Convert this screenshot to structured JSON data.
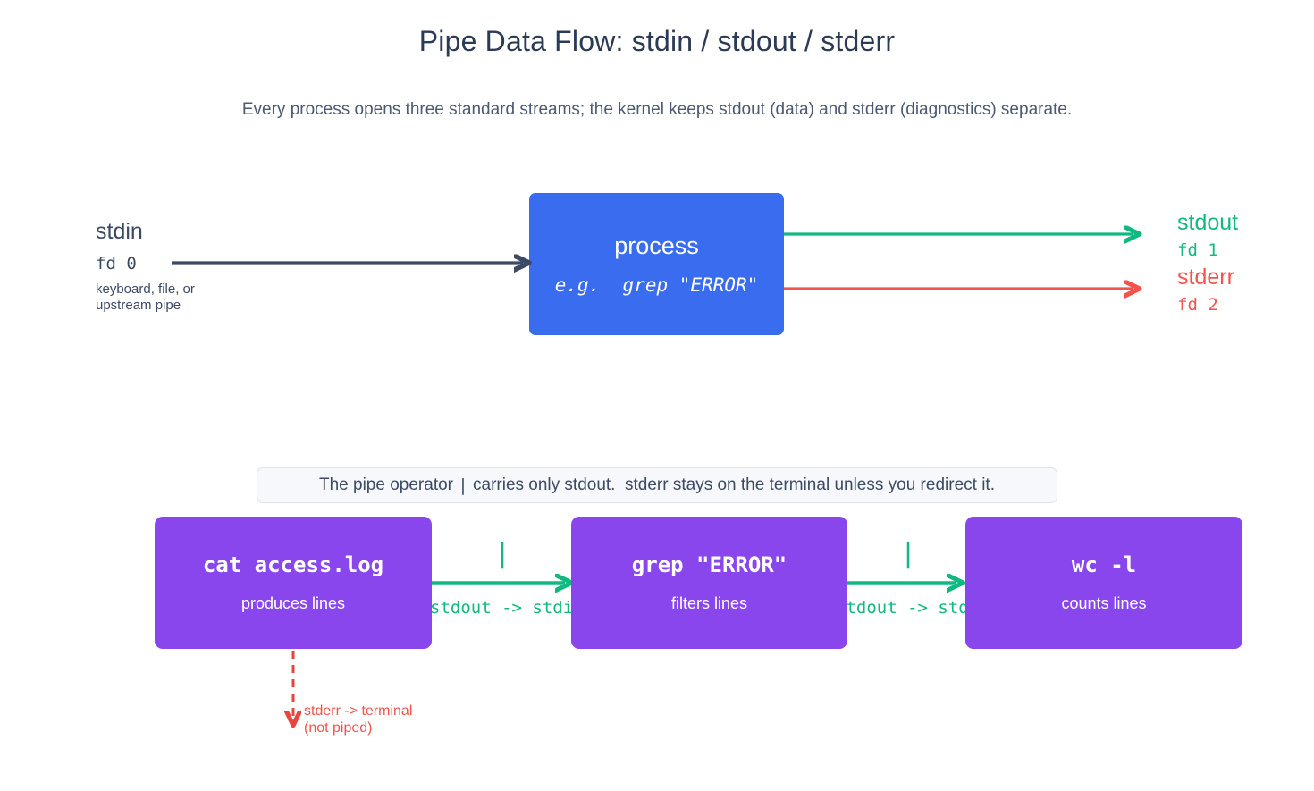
{
  "page": {
    "title": "Pipe Data Flow: stdin / stdout / stderr",
    "subtitle": "Every process opens three standard streams; the kernel keeps stdout (data) and stderr (diagnostics) separate."
  },
  "colors": {
    "process_blue": "#3a6cf0",
    "stdout_green": "#10b981",
    "stderr_red": "#f4524d",
    "command_purple": "#8a46ed",
    "stdin_slate": "#3c4a63",
    "note_bg": "#f6f8fb",
    "note_border": "#dde4ec"
  },
  "top_diagram": {
    "stdin": {
      "name": "stdin",
      "fd": "fd 0",
      "note": "keyboard, file, or\nupstream pipe"
    },
    "process": {
      "title": "process",
      "example": "e.g.  grep \"ERROR\""
    },
    "outputs": [
      {
        "name": "stdout",
        "fd": "fd 1",
        "color": "#10b981"
      },
      {
        "name": "stderr",
        "fd": "fd 2",
        "color": "#f4524d"
      }
    ]
  },
  "note": {
    "before_pipe": "The pipe operator ",
    "pipe_glyph": "|",
    "after_pipe": " carries only stdout.  stderr stays on the terminal unless you redirect it."
  },
  "pipeline": {
    "commands": [
      {
        "command": "cat access.log",
        "description": "produces lines"
      },
      {
        "command": "grep \"ERROR\"",
        "description": "filters lines"
      },
      {
        "command": "wc -l",
        "description": "counts lines"
      }
    ],
    "connectors": [
      {
        "pipe_glyph": "|",
        "label": "stdout -> stdin"
      },
      {
        "pipe_glyph": "|",
        "label": "stdout -> stdin"
      }
    ],
    "stderr_branch": {
      "label": "stderr -> terminal\n(not piped)"
    }
  }
}
